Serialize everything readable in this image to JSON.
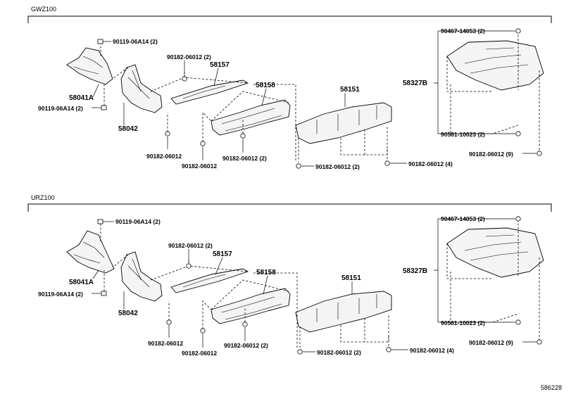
{
  "diagram_id": "586228",
  "sections": [
    {
      "title": "GWZ100",
      "labels": {
        "p58041a": "58041A",
        "p58042": "58042",
        "p58157": "58157",
        "p58158": "58158",
        "p58151": "58151",
        "p58327b": "58327B",
        "clip_top": "90119-06A14 (2)",
        "clip_bottom": "90119-06A14 (2)",
        "nut_58157_top": "90182-06012 (2)",
        "nut_58042_bottom": "90182-06012",
        "nut_58157_bottom": "90182-06012",
        "nut_58158_bottom": "90182-06012 (2)",
        "nut_58151_left": "90182-06012 (2)",
        "nut_58151_right": "90182-06012 (4)",
        "screw_top": "90467-14053 (2)",
        "bolt_right": "90561-10023 (2)",
        "nut_right": "90182-06012 (9)"
      }
    },
    {
      "title": "URZ100",
      "labels": {
        "p58041a": "58041A",
        "p58042": "58042",
        "p58157": "58157",
        "p58158": "58158",
        "p58151": "58151",
        "p58327b": "58327B",
        "clip_top": "90119-06A14 (2)",
        "clip_bottom": "90119-06A14 (2)",
        "nut_58157_top": "90182-06012 (2)",
        "nut_58042_bottom": "90182-06012",
        "nut_58157_bottom": "90182-06012",
        "nut_58158_bottom": "90182-06012 (2)",
        "nut_58151_left": "90182-06012 (2)",
        "nut_58151_right": "90182-06012 (4)",
        "screw_top": "90467-14053 (2)",
        "bolt_right": "90561-10023 (2)",
        "nut_right": "90182-06012 (9)"
      }
    }
  ]
}
